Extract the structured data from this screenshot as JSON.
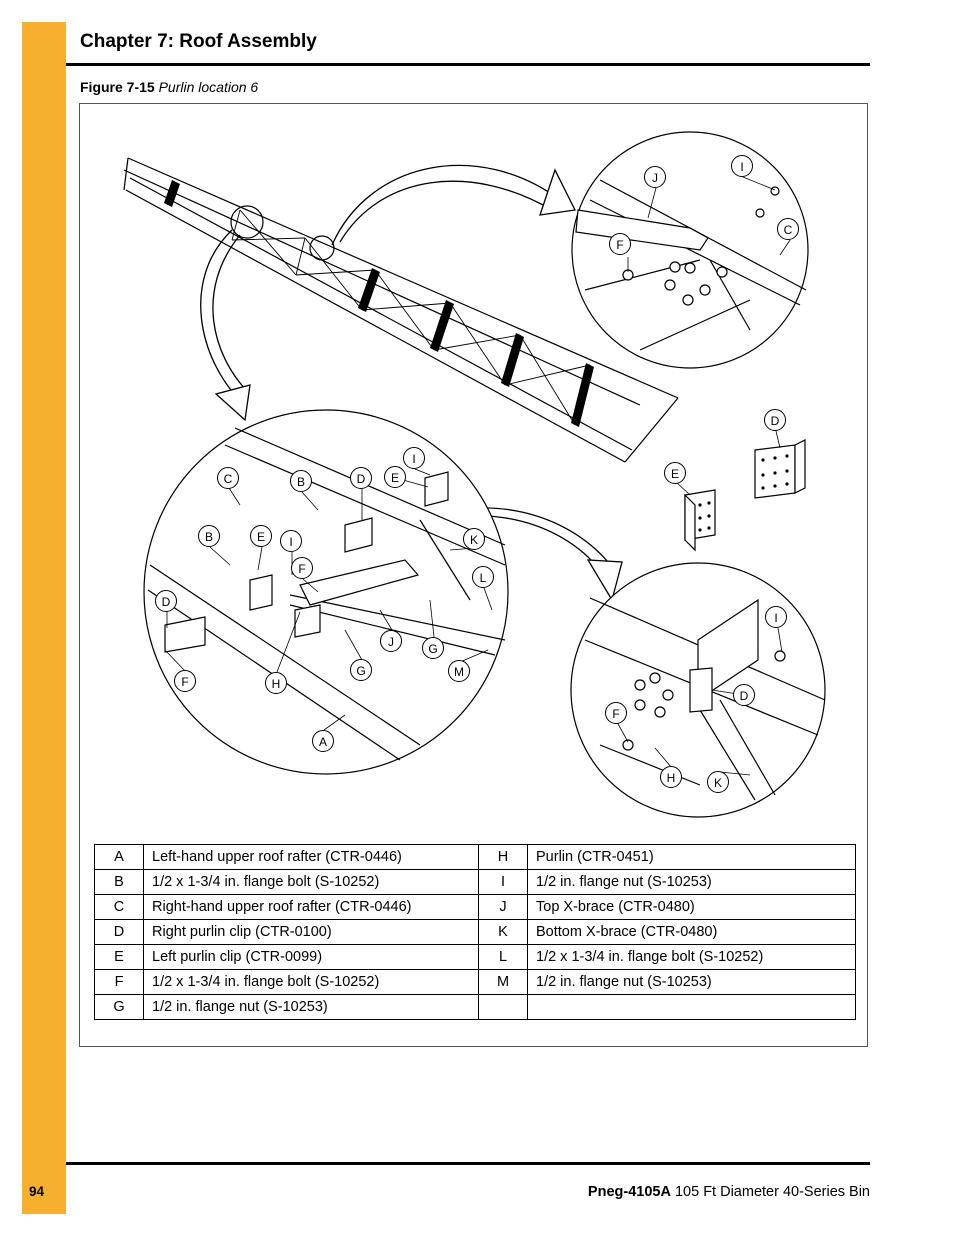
{
  "header": {
    "chapter_title": "Chapter 7: Roof Assembly"
  },
  "figure": {
    "number": "Figure 7-15",
    "caption": "Purlin location 6",
    "callouts": {
      "top_detail": [
        "J",
        "I",
        "F",
        "C"
      ],
      "bottom_left_detail": [
        "C",
        "B",
        "D",
        "E",
        "I",
        "B",
        "E",
        "I",
        "F",
        "K",
        "L",
        "D",
        "J",
        "G",
        "F",
        "H",
        "G",
        "M",
        "A"
      ],
      "loose_parts": [
        "D",
        "E"
      ],
      "bottom_right_detail": [
        "I",
        "D",
        "F",
        "H",
        "K"
      ]
    }
  },
  "parts_table": {
    "rows": [
      {
        "k1": "A",
        "d1": "Left-hand upper roof rafter (CTR-0446)",
        "k2": "H",
        "d2": "Purlin (CTR-0451)"
      },
      {
        "k1": "B",
        "d1": "1/2 x 1-3/4 in. flange bolt (S-10252)",
        "k2": "I",
        "d2": "1/2 in. flange nut (S-10253)"
      },
      {
        "k1": "C",
        "d1": "Right-hand upper roof rafter (CTR-0446)",
        "k2": "J",
        "d2": "Top X-brace (CTR-0480)"
      },
      {
        "k1": "D",
        "d1": "Right purlin clip (CTR-0100)",
        "k2": "K",
        "d2": "Bottom X-brace (CTR-0480)"
      },
      {
        "k1": "E",
        "d1": "Left purlin clip (CTR-0099)",
        "k2": "L",
        "d2": "1/2 x 1-3/4 in. flange bolt (S-10252)"
      },
      {
        "k1": "F",
        "d1": "1/2 x 1-3/4 in. flange bolt (S-10252)",
        "k2": "M",
        "d2": "1/2 in. flange nut (S-10253)"
      },
      {
        "k1": "G",
        "d1": "1/2 in. flange nut (S-10253)",
        "k2": "",
        "d2": ""
      }
    ]
  },
  "footer": {
    "page_number": "94",
    "doc_id": "Pneg-4105A",
    "doc_title": "105 Ft Diameter 40-Series Bin"
  },
  "colors": {
    "side_bar": "#f6b02d",
    "rule": "#000000"
  }
}
